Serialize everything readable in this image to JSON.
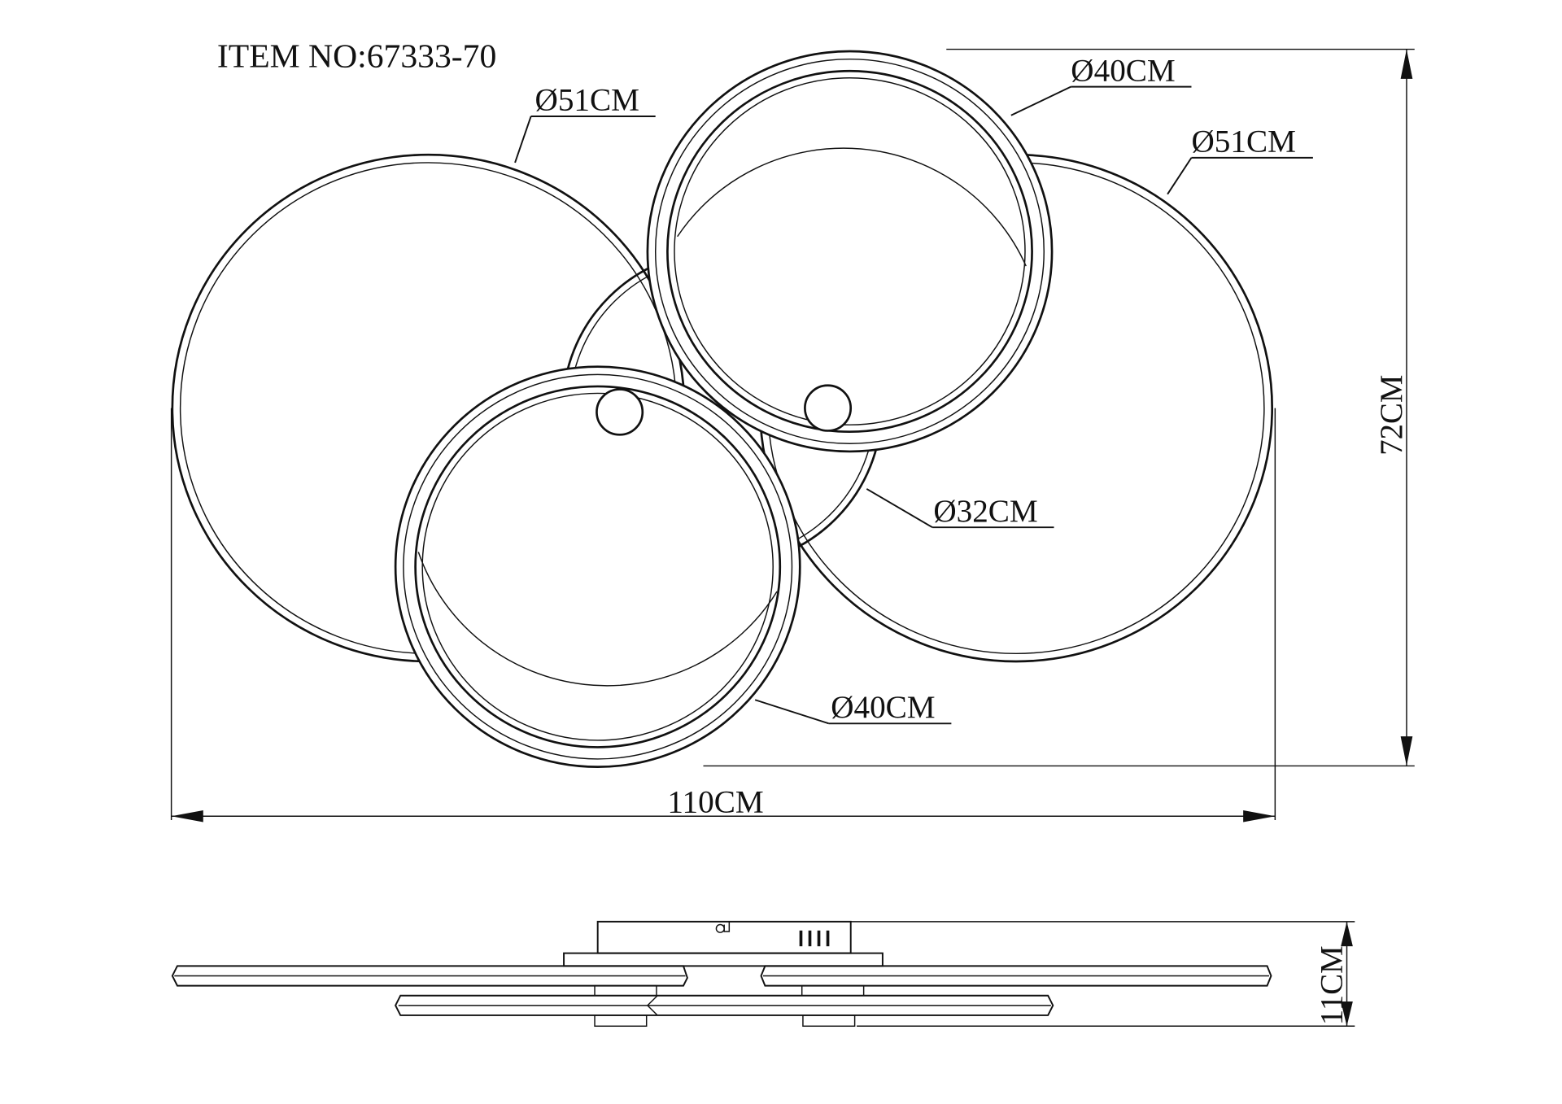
{
  "drawing": {
    "item_no": "ITEM NO:67333-70",
    "top_view": {
      "rings": [
        {
          "id": "left-large",
          "label": "Ø51CM"
        },
        {
          "id": "top-medium",
          "label": "Ø40CM"
        },
        {
          "id": "right-large",
          "label": "Ø51CM"
        },
        {
          "id": "center-small",
          "label": "Ø32CM"
        },
        {
          "id": "bottom-medium",
          "label": "Ø40CM"
        }
      ],
      "width_label": "110CM",
      "height_label": "72CM"
    },
    "side_view": {
      "height_label": "11CM"
    }
  }
}
